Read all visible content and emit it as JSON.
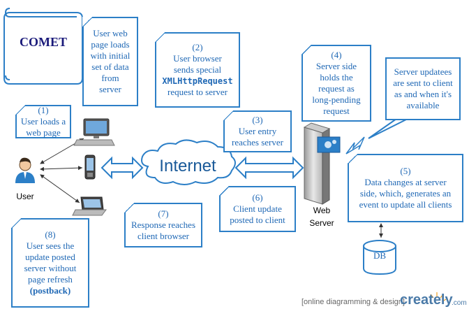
{
  "title": "COMET",
  "notes": {
    "initial": {
      "lines": [
        "User web",
        "page loads",
        "with initial",
        "set of data",
        "from",
        "server"
      ]
    },
    "step1": {
      "num": "(1)",
      "lines": [
        "User loads a",
        "web page"
      ]
    },
    "step2": {
      "num": "(2)",
      "line1": "User browser",
      "line2": "sends special",
      "keyword": "XMLHttpRequest",
      "line4": "request to server"
    },
    "step3": {
      "num": "(3)",
      "lines": [
        "User entry",
        "reaches server"
      ]
    },
    "step4": {
      "num": "(4)",
      "lines": [
        "Server side",
        "holds the",
        "request as",
        "long-pending",
        "request"
      ]
    },
    "updates": {
      "lines": [
        "Server updatees",
        "are sent to client",
        "as and when it's",
        "available"
      ]
    },
    "step5": {
      "num": "(5)",
      "lines": [
        "Data changes at server",
        "side, which, generates an",
        "event to update all clients"
      ]
    },
    "step6": {
      "num": "(6)",
      "lines": [
        "Client update",
        "posted to client"
      ]
    },
    "step7": {
      "num": "(7)",
      "lines": [
        "Response reaches",
        "client browser"
      ]
    },
    "step8": {
      "num": "(8)",
      "lines": [
        "User sees the",
        "update posted",
        "server without",
        "page refresh"
      ],
      "bold": "(postback)"
    }
  },
  "labels": {
    "internet": "Internet",
    "user": "User",
    "web_server_line1": "Web",
    "web_server_line2": "Server",
    "db": "DB"
  },
  "footer": {
    "tagline": "[online diagramming & design]",
    "brand": "creately",
    "brand_suffix": ".com"
  },
  "colors": {
    "accent": "#2c7fc7",
    "text_blue": "#1f68b5",
    "title_navy": "#1a1a7a"
  }
}
